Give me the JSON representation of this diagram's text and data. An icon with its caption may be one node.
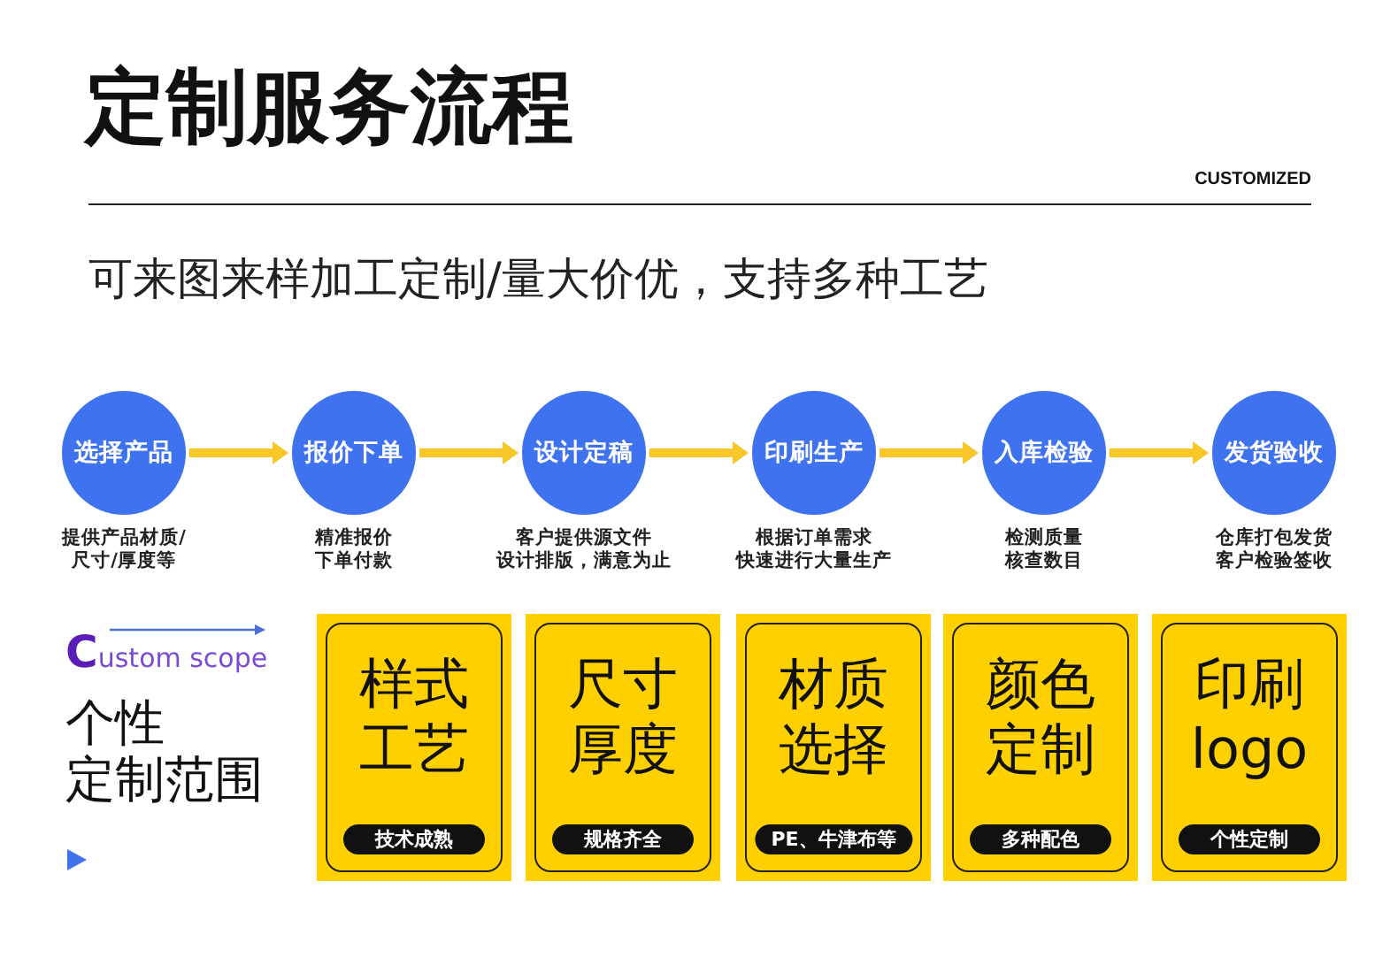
{
  "diagram": {
    "title": "定制服务流程",
    "nodes": [
      {
        "text": [
          "选择产品"
        ],
        "beside": [
          "提供产品材质/尺寸/厚度等"
        ]
      },
      {
        "text": [
          "报价下单"
        ],
        "beside": [
          "精准报价",
          "下单付款"
        ]
      },
      {
        "text": [
          "设计定稿"
        ],
        "beside": [
          "客户提供源文件",
          "设计排版，满意为止"
        ]
      },
      {
        "text": [
          "印刷生产"
        ],
        "beside": [
          "根据订单需求",
          "快速进行大量生产"
        ]
      },
      {
        "text": [
          "入库检验"
        ],
        "beside": [
          "检测质量",
          "核查数目"
        ]
      },
      {
        "text": [
          "发货验收"
        ],
        "beside": [
          "仓库打包发货",
          "客户检验签收"
        ]
      },
      {
        "text": [
          "样式工艺",
          "技术成熟"
        ]
      },
      {
        "text": [
          "尺寸厚度",
          "规格齐全"
        ]
      },
      {
        "text": [
          "材质选择",
          "PE、牛津布等"
        ]
      },
      {
        "text": [
          "颜色定制",
          "多种配色"
        ]
      },
      {
        "text": [
          "印刷 logo",
          "个性定制"
        ]
      }
    ],
    "edges": [
      {
        "from": 0,
        "to": 1,
        "arrow": "to"
      },
      {
        "from": 1,
        "to": 2,
        "arrow": "to"
      },
      {
        "from": 2,
        "to": 3,
        "arrow": "to"
      },
      {
        "from": 3,
        "to": 4,
        "arrow": "to"
      },
      {
        "from": 4,
        "to": 5,
        "arrow": "to"
      }
    ],
    "labels": [
      "CUSTOMIZED",
      "可来图来样加工定制/量大价优，支持多种工艺",
      "Custom scope",
      "个性",
      "定制范围"
    ]
  }
}
